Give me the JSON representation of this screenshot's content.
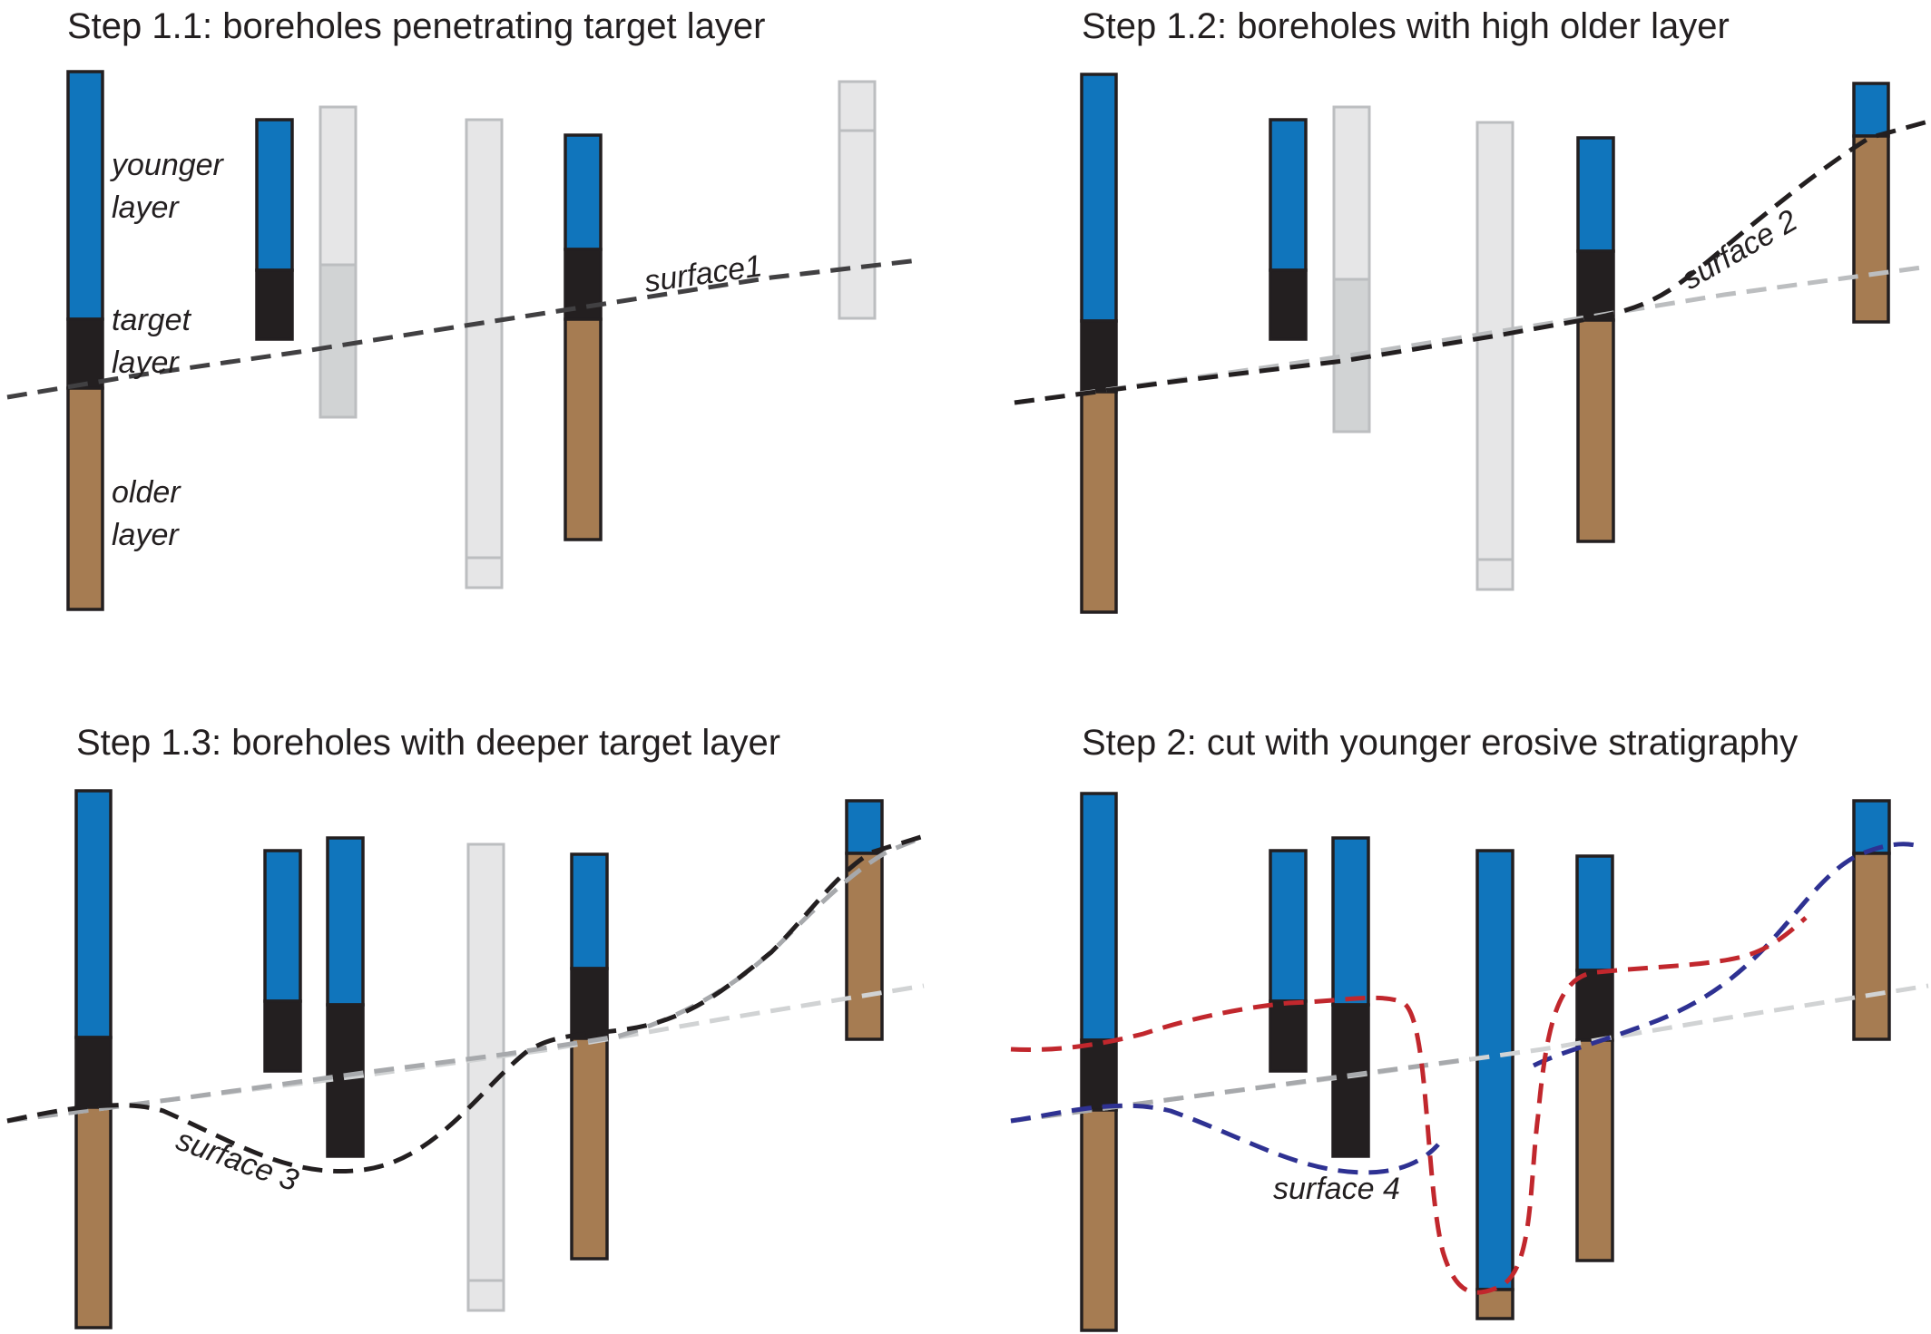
{
  "colors": {
    "younger": "#1075bc",
    "target": "#231f20",
    "older": "#a67c52",
    "ghost": "#e6e6e7",
    "ghost_target": "#d1d3d4",
    "ghost_stroke": "#bcbec0",
    "red": "#c1272d",
    "blue": "#2e3192"
  },
  "panels": [
    {
      "title": "Step 1.1: boreholes penetrating target layer",
      "labels": [
        "younger",
        "layer",
        "target",
        "layer",
        "older",
        "layer"
      ],
      "surface_label": "surface1"
    },
    {
      "title": "Step 1.2: boreholes with high older layer",
      "surface_label": "surface 2"
    },
    {
      "title": "Step 1.3: boreholes with deeper target layer",
      "surface_label": "surface 3"
    },
    {
      "title": "Step 2: cut with younger erosive stratigraphy",
      "surface_label": "surface 4"
    }
  ]
}
